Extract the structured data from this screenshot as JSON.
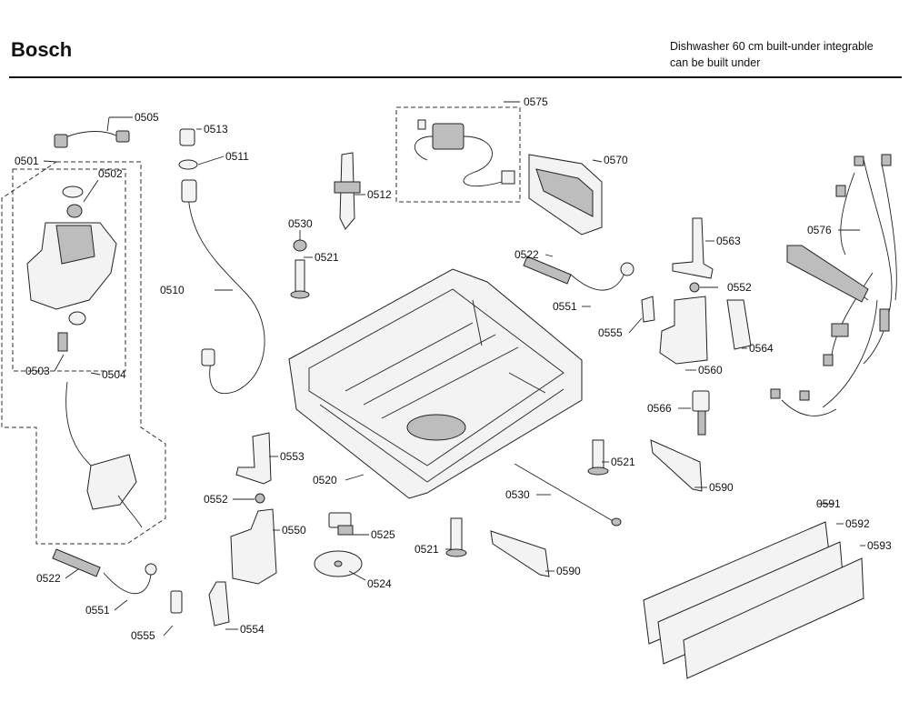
{
  "header": {
    "brand": "Bosch",
    "description_line1": "Dishwasher 60 cm built-under integrable",
    "description_line2": "can be built under"
  },
  "labels": {
    "p0505": "0505",
    "p0513": "0513",
    "p0511": "0511",
    "p0501": "0501",
    "p0502": "0502",
    "p0512": "0512",
    "p0530a": "0530",
    "p0521a": "0521",
    "p0510": "0510",
    "p0503": "0503",
    "p0504": "0504",
    "p0575": "0575",
    "p0570": "0570",
    "p0576": "0576",
    "p0563": "0563",
    "p0522a": "0522",
    "p0552a": "0552",
    "p0551a": "0551",
    "p0555a": "0555",
    "p0564": "0564",
    "p0560": "0560",
    "p0566": "0566",
    "p0553": "0553",
    "p0552b": "0552",
    "p0520": "0520",
    "p0521b": "0521",
    "p0590a": "0590",
    "p0530b": "0530",
    "p0525": "0525",
    "p0550": "0550",
    "p0521c": "0521",
    "p0590b": "0590",
    "p0524": "0524",
    "p0591": "0591",
    "p0592": "0592",
    "p0593": "0593",
    "p0522b": "0522",
    "p0551b": "0551",
    "p0555b": "0555",
    "p0554": "0554"
  }
}
